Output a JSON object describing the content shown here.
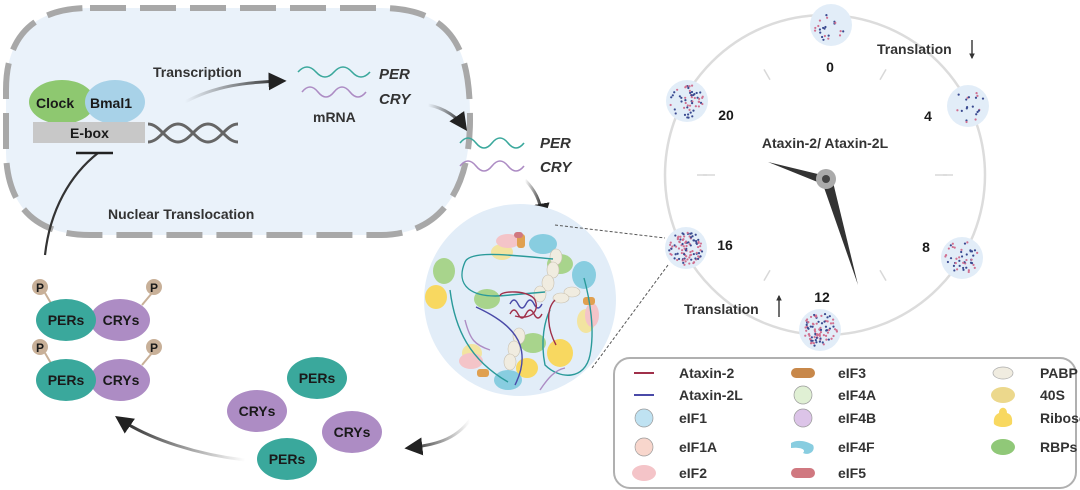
{
  "nucleus": {
    "transcription_label": "Transcription",
    "clock_label": "Clock",
    "bmal1_label": "Bmal1",
    "ebox_label": "E-box",
    "nuclear_translocation_label": "Nuclear Translocation",
    "mrna_label": "mRNA",
    "per_label": "PER",
    "cry_label": "CRY"
  },
  "cytoplasm": {
    "per_label": "PER",
    "cry_label": "CRY"
  },
  "proteins": {
    "pers_label": "PERs",
    "crys_label": "CRYs",
    "phospho_label": "P"
  },
  "clock_face": {
    "title": "Ataxin-2/ Ataxin-2L",
    "hours": [
      "0",
      "4",
      "8",
      "12",
      "16",
      "20"
    ],
    "translation_down_label": "Translation",
    "translation_up_label": "Translation",
    "arrow_down": "down",
    "arrow_up": "up"
  },
  "legend": {
    "items": [
      {
        "label": "Ataxin-2",
        "icon": "line-icon",
        "color": "#a0304a"
      },
      {
        "label": "Ataxin-2L",
        "icon": "line-icon",
        "color": "#4a4aa8"
      },
      {
        "label": "eIF1",
        "icon": "circle-icon",
        "color": "#bfe2f2"
      },
      {
        "label": "eIF1A",
        "icon": "circle-icon",
        "color": "#f8d6cc"
      },
      {
        "label": "eIF2",
        "icon": "ellipse-icon",
        "color": "#f4c4c8"
      },
      {
        "label": "eIF3",
        "icon": "rounded-rect-icon",
        "color": "#c8884a"
      },
      {
        "label": "eIF4A",
        "icon": "circle-icon",
        "color": "#e0f0d4"
      },
      {
        "label": "eIF4B",
        "icon": "circle-icon",
        "color": "#dcc4e8"
      },
      {
        "label": "eIF4F",
        "icon": "blob-icon",
        "color": "#88cde0"
      },
      {
        "label": "eIF5",
        "icon": "rounded-rect-icon",
        "color": "#d07880"
      },
      {
        "label": "PABP",
        "icon": "ellipse-icon",
        "color": "#f0ece0"
      },
      {
        "label": "40S",
        "icon": "ellipse-icon",
        "color": "#ecd88c"
      },
      {
        "label": "Ribosome",
        "icon": "ribosome-icon",
        "color": "#f8d860"
      },
      {
        "label": "RBPs",
        "icon": "ellipse-icon",
        "color": "#90c878"
      }
    ]
  },
  "colors": {
    "nucleus_fill": "#eaf2fa",
    "nucleus_border": "#a8a8a8",
    "per_teal": "#3aa89c",
    "cry_purple": "#ad8cc4",
    "clock_green": "#8ec870",
    "bmal1_blue": "#a8d2e8",
    "ebox_gray": "#c8c8c8",
    "phospho_tan": "#c8b098",
    "granule_fill": "#e2edf8"
  }
}
